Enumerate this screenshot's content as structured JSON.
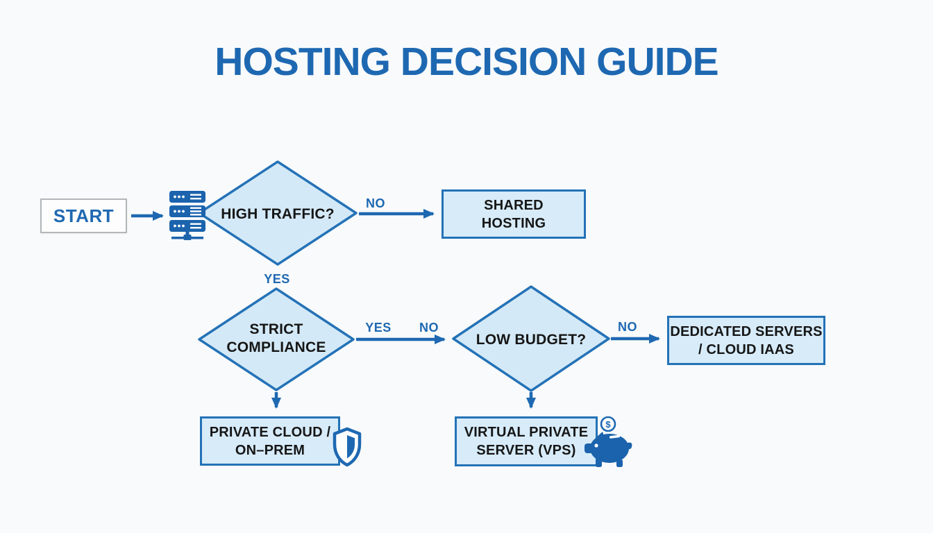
{
  "title": "HOSTING DECISION GUIDE",
  "colors": {
    "accent_blue": "#1e68b2",
    "shape_border": "#2472b7",
    "shape_fill": "#d7ebf9",
    "dark_text": "#161616",
    "start_border": "#b3b6b8",
    "background": "#f8fafb",
    "icon_blue": "#1b63ad"
  },
  "nodes": {
    "start": {
      "label": "START"
    },
    "high_traffic": {
      "label": "HIGH TRAFFIC?"
    },
    "shared_hosting": {
      "line1": "SHARED",
      "line2": "HOSTING"
    },
    "strict_compliance": {
      "line1": "STRICT",
      "line2": "COMPLIANCE"
    },
    "low_budget": {
      "label": "LOW BUDGET?"
    },
    "dedicated": {
      "line1": "DEDICATED SERVERS",
      "line2": "/ CLOUD IAAS"
    },
    "private_cloud": {
      "line1": "PRIVATE CLOUD /",
      "line2": "ON–PREM"
    },
    "vps": {
      "line1": "VIRTUAL PRIVATE",
      "line2": "SERVER (VPS)"
    }
  },
  "edge_labels": {
    "high_traffic_no": "NO",
    "high_traffic_yes": "YES",
    "strict_compliance_yes": "YES",
    "strict_compliance_no": "NO",
    "low_budget_no": "NO"
  },
  "icons": {
    "server_rack": "server-rack-icon",
    "shield": "shield-icon",
    "piggy_bank": "piggy-bank-icon",
    "coin_symbol": "$"
  }
}
